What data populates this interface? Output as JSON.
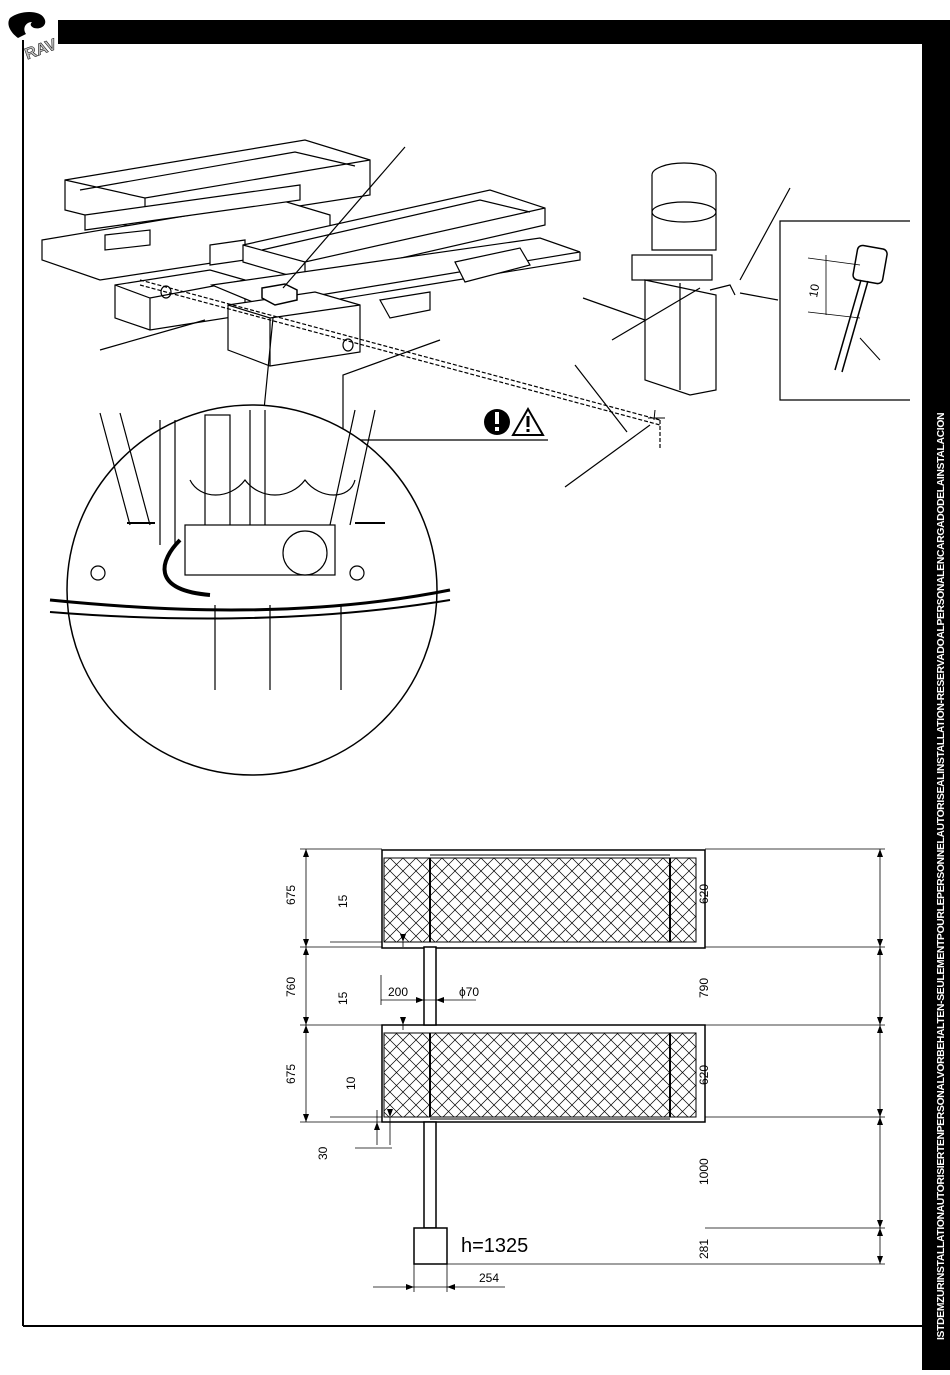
{
  "logo": {
    "text": "RAV",
    "icon": "rav-logo-icon"
  },
  "sidebar_text": "ISTDEMZURINSTALLATIONAUTORISIERTENPERSONALVORBEHALTEN-SEULEMENTPOURLEPERSONNELAUTORISEALINSTALLATION-RESERVADOALPERSONALENCARGADODELAINSTALACION",
  "warning_icons": [
    "exclamation-circle-icon",
    "warning-triangle-icon"
  ],
  "detail_gauge_dimension": "10",
  "layout_dimensions": {
    "left_675_top": "675",
    "left_15_top": "15",
    "left_760": "760",
    "left_15_mid": "15",
    "left_675_bottom": "675",
    "left_10": "10",
    "left_30": "30",
    "mid_200": "200",
    "mid_phi70": "ϕ70",
    "right_620_top": "620",
    "right_790": "790",
    "right_620_bottom": "620",
    "right_1000": "1000",
    "right_281": "281",
    "bottom_254": "254",
    "height_label": "h=1325"
  }
}
